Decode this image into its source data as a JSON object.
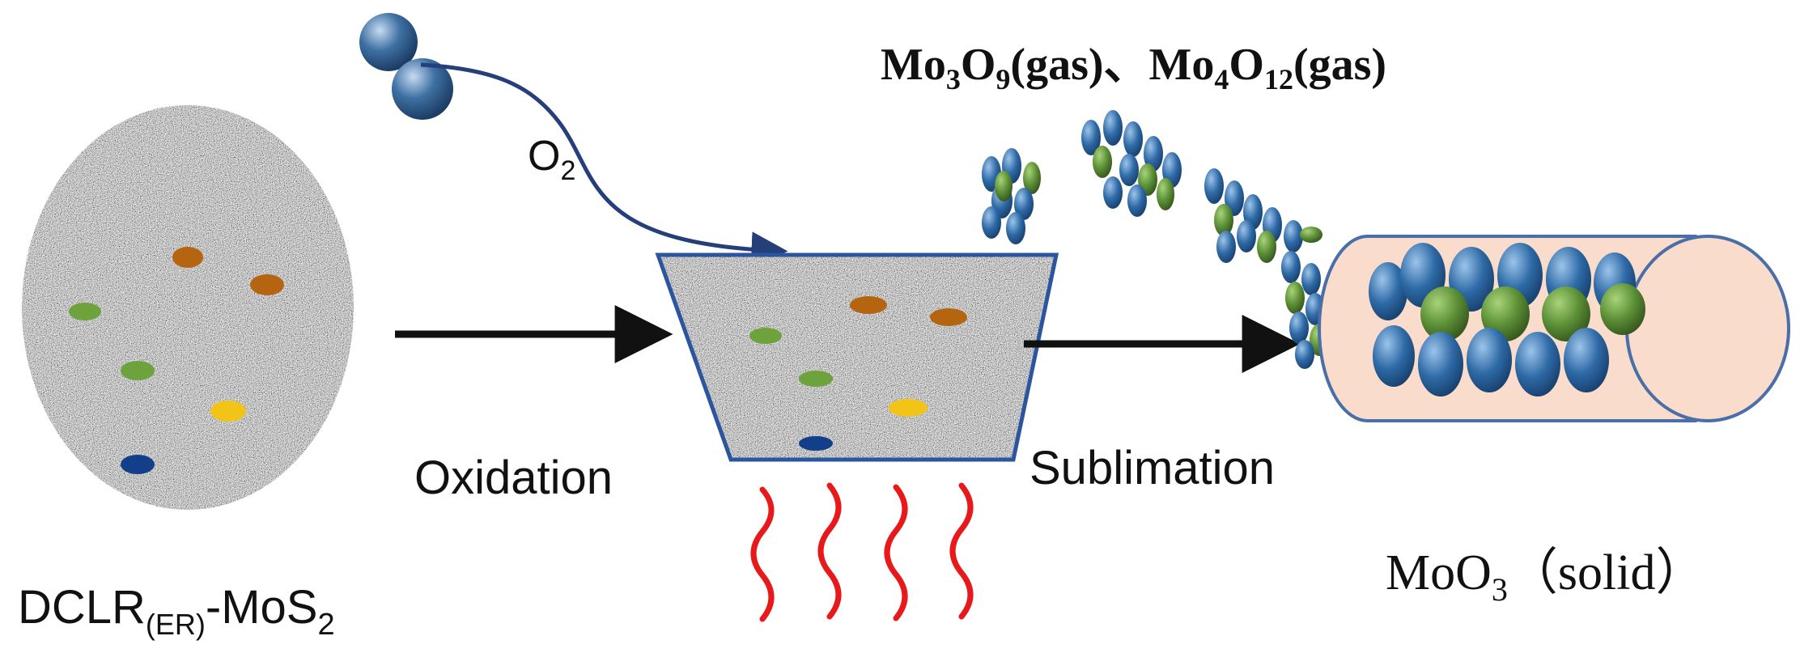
{
  "labels": {
    "o2": {
      "main": "O",
      "sub": "2"
    },
    "gas_products": {
      "p1_main": "Mo",
      "p1_sub1": "3",
      "p1_mid": "O",
      "p1_sub2": "9",
      "p1_tail": "(gas)、",
      "p2_main": "Mo",
      "p2_sub1": "4",
      "p2_mid": "O",
      "p2_sub2": "12",
      "p2_tail": "(gas)"
    },
    "step_oxidation": "Oxidation",
    "step_sublimation": "Sublimation",
    "reactant": {
      "main": "DCLR",
      "sub": "(ER)",
      "tail": "-MoS",
      "sub2": "2"
    },
    "product": {
      "main": "MoO",
      "sub": "3",
      "tail": "（solid）"
    }
  },
  "colors": {
    "arrow": "#111111",
    "o2_curve": "#243f7a",
    "o2_sphere": "#2f5f91",
    "container_border": "#2c55a0",
    "heat": "#e8191b",
    "mo_atom_blue": "#2e6aa6",
    "mo_atom_green": "#5b8f36",
    "tube_fill": "#f9dccb",
    "tube_border": "#4a6fa8",
    "particle_orange": "#b5650f",
    "particle_green": "#6ea23c",
    "particle_yellow": "#f2c417",
    "particle_blue": "#123e8a"
  }
}
